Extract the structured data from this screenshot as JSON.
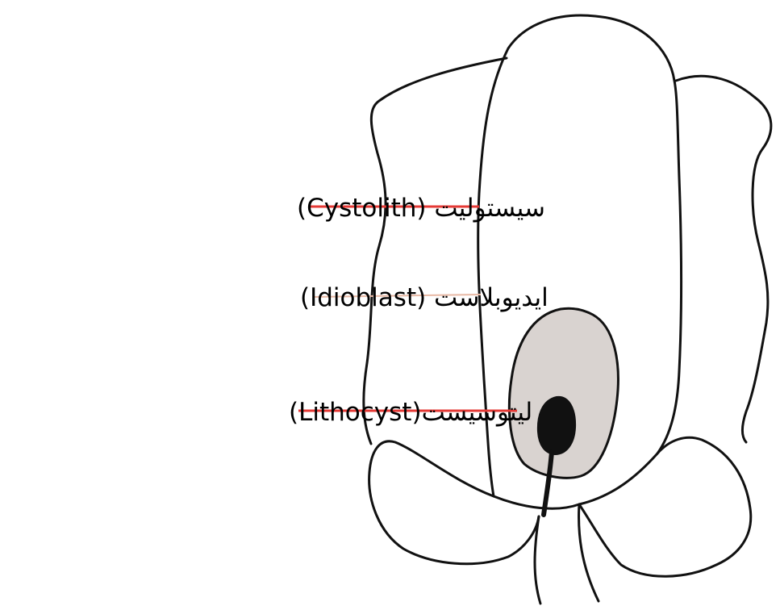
{
  "diagram": {
    "labels": [
      {
        "id": "cystolith",
        "text": "سیستولیت (Cystolith)",
        "line_color": "#e53935"
      },
      {
        "id": "idioblast",
        "text": "ایدیوبلاست (Idioblast)",
        "line_color": "#e8b9a5"
      },
      {
        "id": "lithocyst",
        "text": "لیتوسیست(Lithocyst)",
        "line_color": "#e53935"
      }
    ],
    "colors": {
      "outline": "#111111",
      "lithocyst_fill": "#d9d3d0",
      "cystolith_body": "#111111"
    }
  }
}
